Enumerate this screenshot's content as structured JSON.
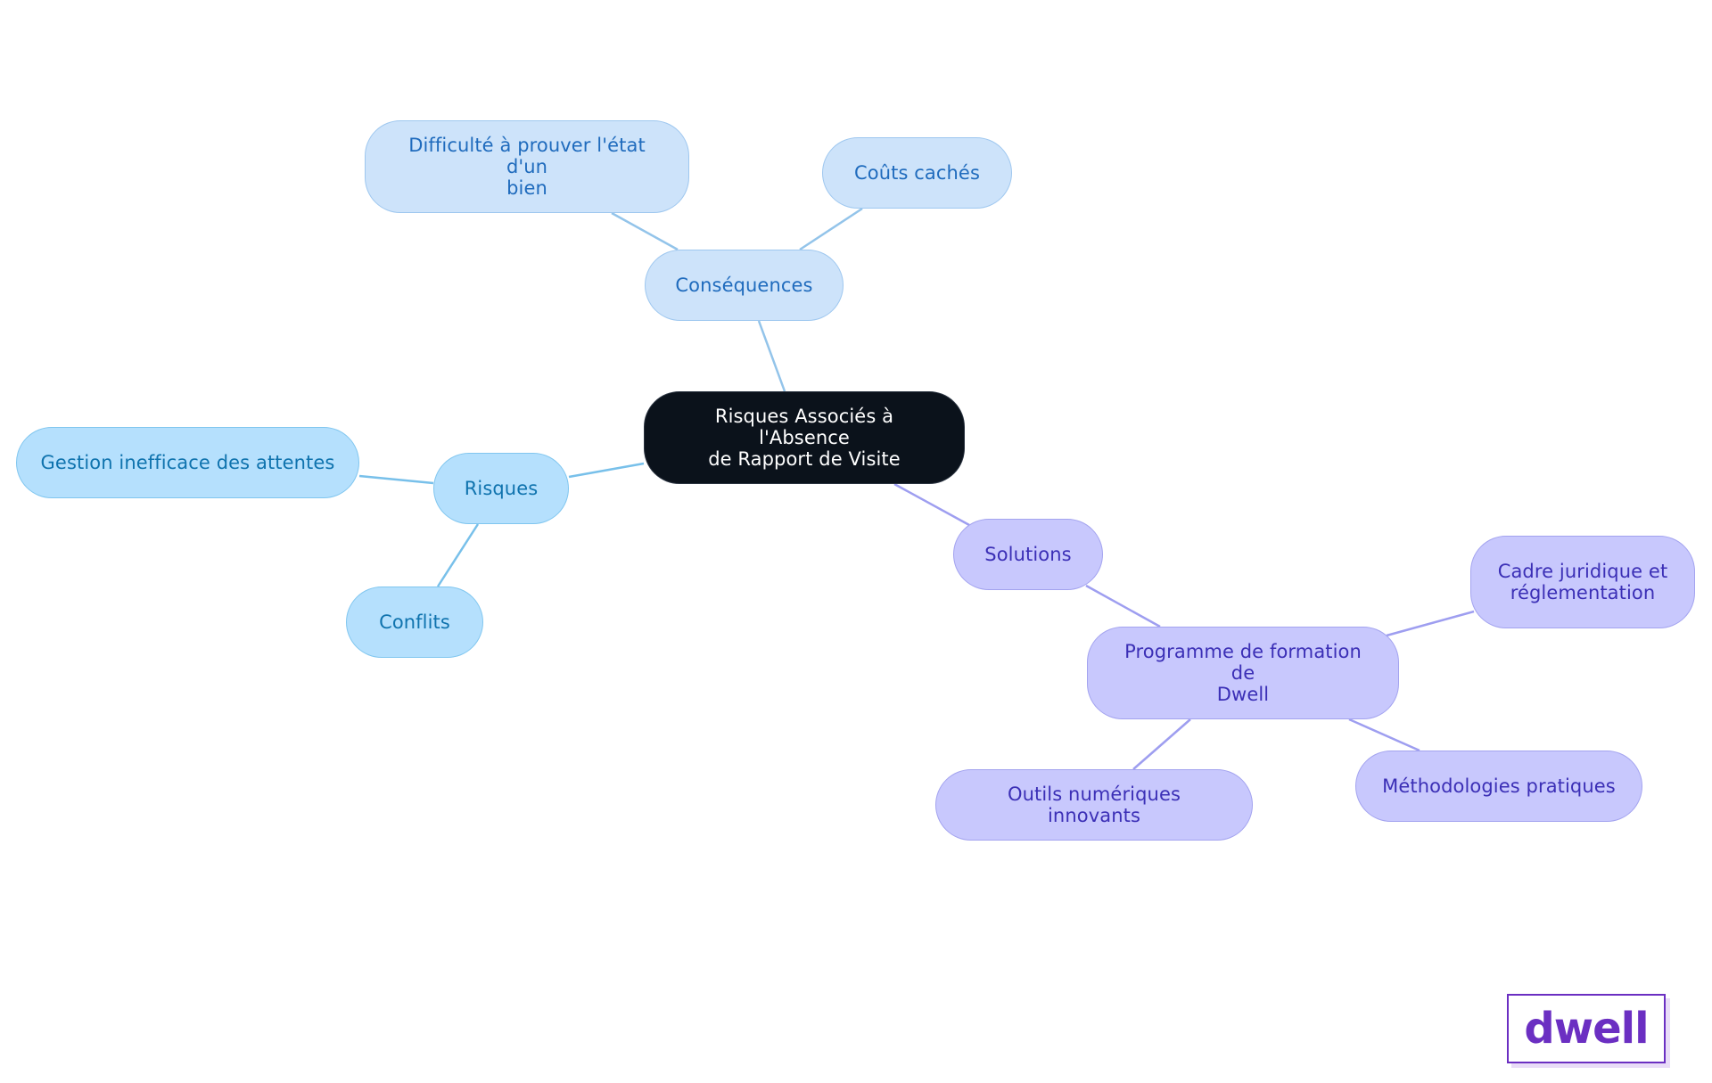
{
  "mindmap": {
    "root": {
      "label": "Risques Associés à l'Absence de Rapport de Visite",
      "lines": [
        "Risques Associés à l'Absence",
        "de Rapport de Visite"
      ]
    },
    "branches": {
      "consequences": {
        "label": "Conséquences",
        "color": "#cde3fa",
        "children": {
          "difficulte": {
            "label": "Difficulté à prouver l'état d'un bien",
            "lines": [
              "Difficulté à prouver l'état d'un",
              "bien"
            ]
          },
          "couts": {
            "label": "Coûts cachés"
          }
        }
      },
      "risques": {
        "label": "Risques",
        "color": "#b5e0fd",
        "children": {
          "gestion": {
            "label": "Gestion inefficace des attentes"
          },
          "conflits": {
            "label": "Conflits"
          }
        }
      },
      "solutions": {
        "label": "Solutions",
        "color": "#c8c8fd",
        "children": {
          "programme": {
            "label": "Programme de formation de Dwell",
            "lines": [
              "Programme de formation de",
              "Dwell"
            ],
            "children": {
              "cadre": {
                "label": "Cadre juridique et réglementation",
                "lines": [
                  "Cadre juridique et",
                  "réglementation"
                ]
              },
              "methodologies": {
                "label": "Méthodologies pratiques"
              },
              "outils": {
                "label": "Outils numériques innovants"
              }
            }
          }
        }
      }
    }
  },
  "edge_colors": {
    "consequences": "#93c4ea",
    "risques": "#78c0ea",
    "solutions": "#9e9ef0"
  },
  "logo": {
    "text": "dwell",
    "color": "#6b2fc2"
  }
}
